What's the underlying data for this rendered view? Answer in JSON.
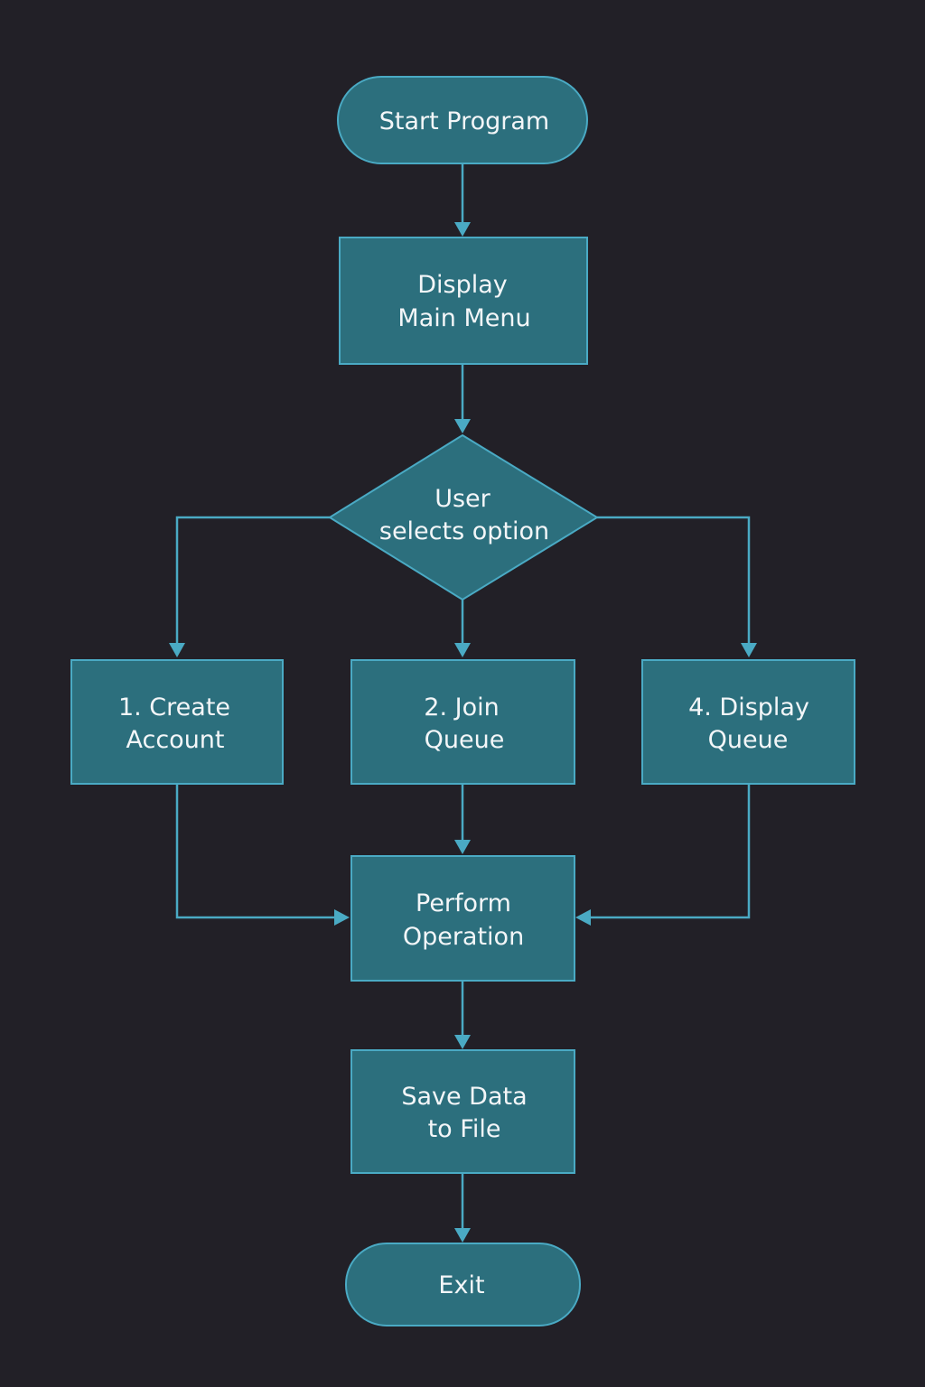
{
  "flowchart": {
    "nodes": {
      "start": {
        "lines": [
          "Start Program"
        ]
      },
      "menu": {
        "lines": [
          "Display",
          "Main Menu"
        ]
      },
      "decision": {
        "lines": [
          "User",
          "selects option"
        ]
      },
      "create": {
        "lines": [
          "1. Create",
          "Account"
        ]
      },
      "join": {
        "lines": [
          "2. Join",
          "Queue"
        ]
      },
      "display": {
        "lines": [
          "4. Display",
          "Queue"
        ]
      },
      "perform": {
        "lines": [
          "Perform",
          "Operation"
        ]
      },
      "save": {
        "lines": [
          "Save Data",
          "to File"
        ]
      },
      "exit": {
        "lines": [
          "Exit"
        ]
      }
    }
  }
}
